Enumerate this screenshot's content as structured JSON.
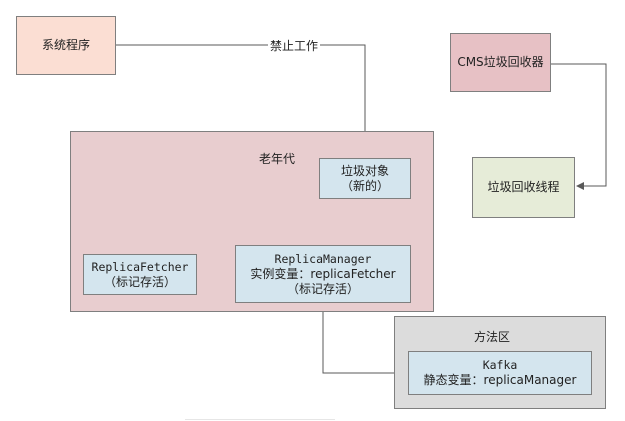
{
  "nodes": {
    "system_program": "系统程序",
    "cms_gc": "CMS垃圾回收器",
    "gc_thread": "垃圾回收线程",
    "old_generation": "老年代",
    "garbage_object": {
      "line1": "垃圾对象",
      "line2": "（新的）"
    },
    "replica_manager": {
      "line1": "ReplicaManager",
      "line2": "实例变量：replicaFetcher",
      "line3": "（标记存活）"
    },
    "replica_fetcher": {
      "line1": "ReplicaFetcher",
      "line2": "（标记存活）"
    },
    "method_area": "方法区",
    "kafka": {
      "line1": "Kafka",
      "line2": "静态变量：replicaManager"
    }
  },
  "edges": {
    "stop_work_label": "禁止工作"
  },
  "colors": {
    "system_program_fill": "#fbded3",
    "cms_gc_fill": "#e7c1c5",
    "gc_thread_fill": "#e6ecd8",
    "old_generation_fill": "#e8cdcf",
    "object_fill": "#d4e5ee",
    "method_area_fill": "#dcdcdc",
    "connector": "#595959"
  }
}
